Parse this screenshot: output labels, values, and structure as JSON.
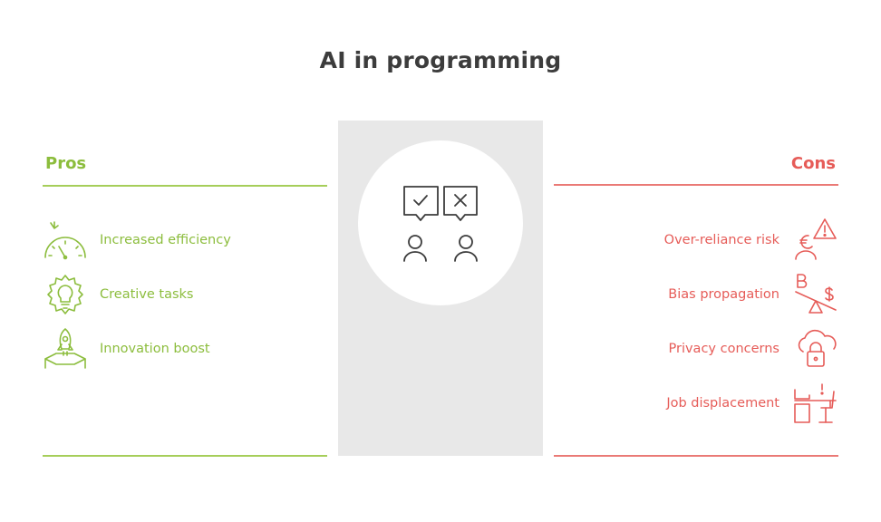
{
  "title": "AI in programming",
  "colors": {
    "pros": "#8cbd3d",
    "cons": "#e65c58",
    "panel": "#e8e8e8",
    "title": "#3c3c3c"
  },
  "center": {
    "icon": "approve-reject-chat-users-icon"
  },
  "pros": {
    "heading": "Pros",
    "items": [
      {
        "label": "Increased efficiency",
        "icon": "speedometer-icon"
      },
      {
        "label": "Creative tasks",
        "icon": "lightbulb-gear-icon"
      },
      {
        "label": "Innovation boost",
        "icon": "rocket-launch-icon"
      }
    ]
  },
  "cons": {
    "heading": "Cons",
    "items": [
      {
        "label": "Over-reliance risk",
        "icon": "person-warning-icon"
      },
      {
        "label": "Bias propagation",
        "icon": "tilted-scale-icon"
      },
      {
        "label": "Privacy concerns",
        "icon": "cloud-lock-icon"
      },
      {
        "label": "Job displacement",
        "icon": "empty-desk-icon"
      }
    ]
  }
}
